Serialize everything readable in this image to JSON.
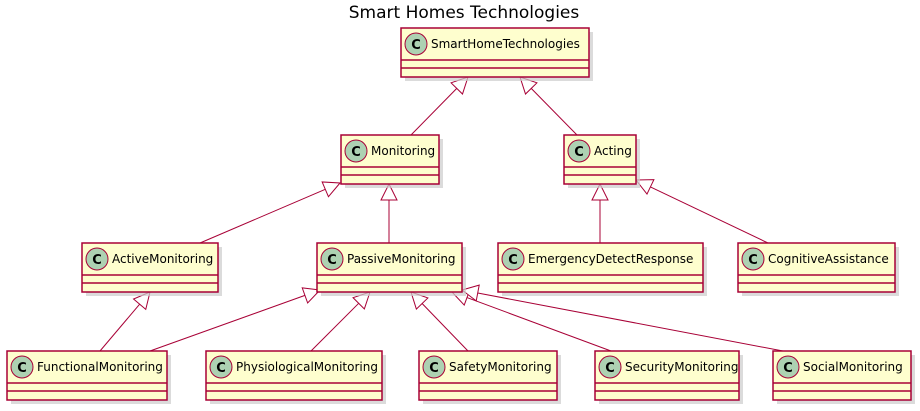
{
  "diagram": {
    "title": "Smart Homes Technologies",
    "colors": {
      "box_fill": "#FEFECE",
      "border": "#A80036",
      "class_circle": "#ADD1B2"
    },
    "class_icon": "C",
    "classes": [
      {
        "id": "smart",
        "name": "SmartHomeTechnologies"
      },
      {
        "id": "mon",
        "name": "Monitoring"
      },
      {
        "id": "act",
        "name": "Acting"
      },
      {
        "id": "activeMon",
        "name": "ActiveMonitoring"
      },
      {
        "id": "passiveMon",
        "name": "PassiveMonitoring"
      },
      {
        "id": "emerg",
        "name": "EmergencyDetectResponse"
      },
      {
        "id": "cog",
        "name": "CognitiveAssistance"
      },
      {
        "id": "func",
        "name": "FunctionalMonitoring"
      },
      {
        "id": "phys",
        "name": "PhysiologicalMonitoring"
      },
      {
        "id": "safety",
        "name": "SafetyMonitoring"
      },
      {
        "id": "security",
        "name": "SecurityMonitoring"
      },
      {
        "id": "social",
        "name": "SocialMonitoring"
      }
    ],
    "inheritance": [
      {
        "child": "mon",
        "parent": "smart"
      },
      {
        "child": "act",
        "parent": "smart"
      },
      {
        "child": "activeMon",
        "parent": "mon"
      },
      {
        "child": "passiveMon",
        "parent": "mon"
      },
      {
        "child": "emerg",
        "parent": "act"
      },
      {
        "child": "cog",
        "parent": "act"
      },
      {
        "child": "func",
        "parent": "activeMon"
      },
      {
        "child": "func",
        "parent": "passiveMon"
      },
      {
        "child": "phys",
        "parent": "passiveMon"
      },
      {
        "child": "safety",
        "parent": "passiveMon"
      },
      {
        "child": "security",
        "parent": "passiveMon"
      },
      {
        "child": "social",
        "parent": "passiveMon"
      }
    ]
  }
}
